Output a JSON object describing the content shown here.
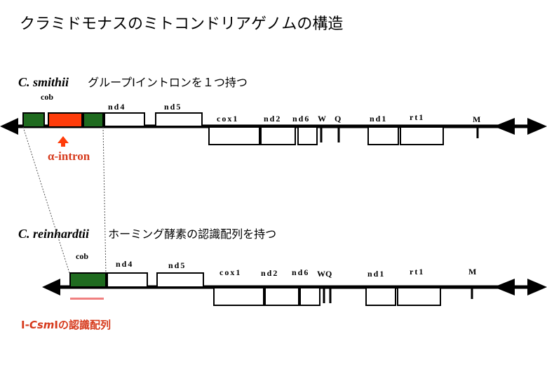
{
  "title": "クラミドモナスのミトコンドリアゲノムの構造",
  "colors": {
    "exon": "#1f6b1f",
    "intron": "#ff3c0a",
    "highlight": "#d63a1c",
    "recog_bar": "#f08080"
  },
  "genome1": {
    "species": "C. smithii",
    "description": "グループIイントロンを１つ持つ",
    "gene_labels": {
      "cob": "cob",
      "nd4": "nd4",
      "nd5": "nd5",
      "cox1": "cox1",
      "nd2": "nd2",
      "nd6": "nd6",
      "W": "W",
      "Q": "Q",
      "nd1": "nd1",
      "rt1": "rt1",
      "M": "M"
    },
    "intron_label": "α-intron"
  },
  "genome2": {
    "species": "C. reinhardtii",
    "description": "ホーミング酵素の認識配列を持つ",
    "gene_labels": {
      "cob": "cob",
      "nd4": "nd4",
      "nd5": "nd5",
      "cox1": "cox1",
      "nd2": "nd2",
      "nd6": "nd6",
      "WQ": "WQ",
      "nd1": "nd1",
      "rt1": "rt1",
      "M": "M"
    },
    "recog_prefix": "I-",
    "recog_italic": "Csm",
    "recog_suffix": "Iの認識配列"
  }
}
